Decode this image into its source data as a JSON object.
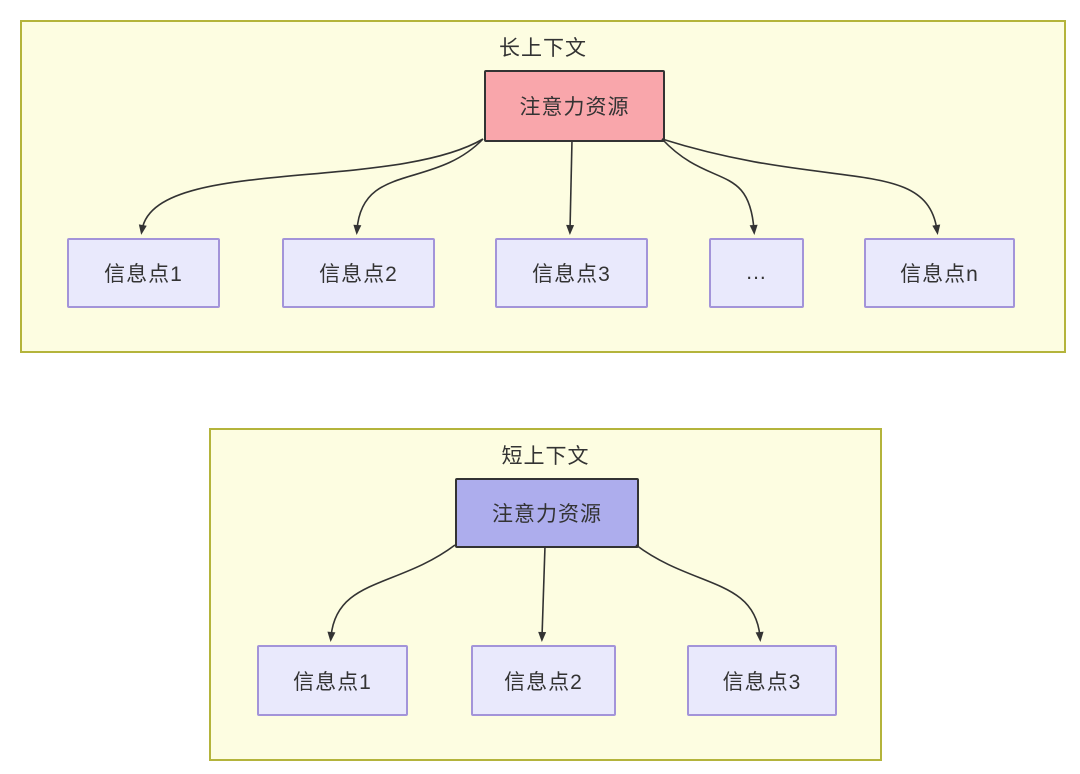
{
  "colors": {
    "panel_background": "#fdfde1",
    "panel_border": "#b4b43b",
    "long_root_fill": "#f9a6ab",
    "short_root_fill": "#adaded",
    "info_fill": "#e9e9fc",
    "info_border": "#a394d9",
    "node_border": "#333333",
    "arrow": "#333333",
    "text": "#333333"
  },
  "long_context": {
    "title": "长上下文",
    "root_label": "注意力资源",
    "nodes": [
      {
        "label": "信息点1"
      },
      {
        "label": "信息点2"
      },
      {
        "label": "信息点3"
      },
      {
        "label": "..."
      },
      {
        "label": "信息点n"
      }
    ]
  },
  "short_context": {
    "title": "短上下文",
    "root_label": "注意力资源",
    "nodes": [
      {
        "label": "信息点1"
      },
      {
        "label": "信息点2"
      },
      {
        "label": "信息点3"
      }
    ]
  }
}
